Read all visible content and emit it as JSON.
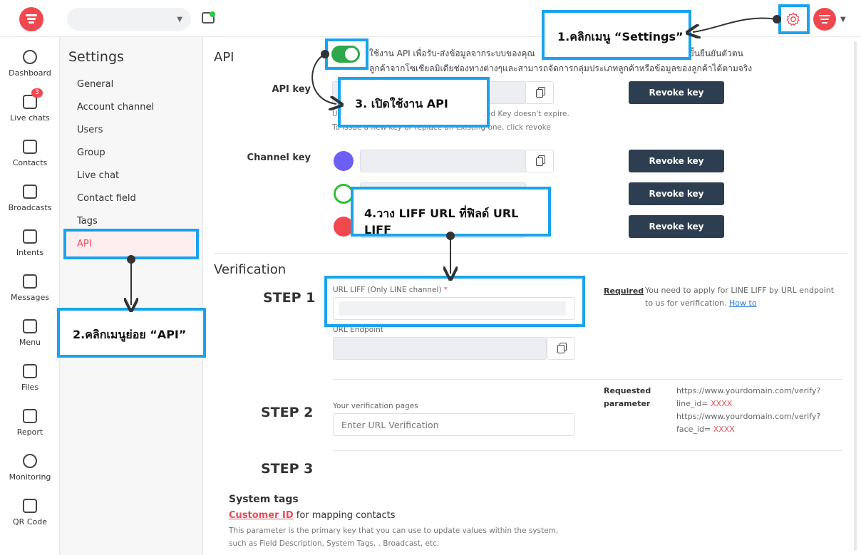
{
  "nav": {
    "items": [
      {
        "label": "Dashboard",
        "icon": "chart-pie-icon"
      },
      {
        "label": "Live chats",
        "icon": "chat-bubbles-icon",
        "badge": "3"
      },
      {
        "label": "Contacts",
        "icon": "contact-card-icon"
      },
      {
        "label": "Broadcasts",
        "icon": "megaphone-icon"
      },
      {
        "label": "Intents",
        "icon": "ai-icon"
      },
      {
        "label": "Messages",
        "icon": "text-message-icon"
      },
      {
        "label": "Menu",
        "icon": "grid-menu-icon"
      },
      {
        "label": "Files",
        "icon": "folder-icon"
      },
      {
        "label": "Report",
        "icon": "bar-chart-icon"
      },
      {
        "label": "Monitoring",
        "icon": "pie-monitor-icon"
      },
      {
        "label": "QR Code",
        "icon": "qr-code-icon"
      }
    ]
  },
  "settings": {
    "title": "Settings",
    "items": [
      "General",
      "Account channel",
      "Users",
      "Group",
      "Live chat",
      "Contact field",
      "Tags",
      "API"
    ],
    "active": "API"
  },
  "api": {
    "section_title": "API",
    "toggle_on": true,
    "desc_line1": "ใช้งาน API เพื่อรับ-ส่งข้อมูลจากระบบของคุณ",
    "desc_line1_end": "ขั้นยืนยันตัวตน",
    "desc_line2": "ลูกค้าจากโซเชียลมิเดียช่องทางต่างๆและสามารถจัดการกลุ่มประเภทลูกค้าหรือข้อมูลของลูกค้าได้ตามจริง",
    "api_key_label": "API key",
    "api_key_help1_a": "Us",
    "api_key_help1_b": "lived Key doesn't expire.",
    "api_key_help2": "To issue a new key or replace an existing one, click revoke",
    "channel_key_label": "Channel key",
    "revoke_label": "Revoke key"
  },
  "verification": {
    "section_title": "Verification",
    "step1": "STEP 1",
    "step2": "STEP 2",
    "step3": "STEP 3",
    "url_liff_label": "URL LIFF (Only LINE channel)",
    "required_mark": "*",
    "url_endpoint_label": "URL Endpoint",
    "required_link": "Required",
    "required_note": "You need to apply for LINE LIFF by URL endpoint to us for verification.",
    "how_to": "How to",
    "verification_pages_label": "Your verification pages",
    "verification_placeholder": "Enter URL Verification",
    "requested_param_label_1": "Requested",
    "requested_param_label_2": "parameter",
    "param_line1": "https://www.yourdomain.com/verify?",
    "param_line2_prefix": "line_id= ",
    "param_line2_value": "XXXX",
    "param_line3": "https://www.yourdomain.com/verify?",
    "param_line4_prefix": "face_id= ",
    "param_line4_value": "XXXX"
  },
  "system_tags": {
    "title": "System tags",
    "customer_id": "Customer ID",
    "customer_id_suffix": " for mapping contacts",
    "desc1": "This parameter is the primary key that you can use to update values within the system,",
    "desc2": "such as Field Description, System Tags, . Broadcast, etc."
  },
  "annotations": {
    "step1": "1.คลิกเมนู “Settings”",
    "step2": "2.คลิกเมนูย่อย “API”",
    "step3": "3. เปิดใช้งาน API",
    "step4": "4.วาง LIFF URL ที่ฟิลด์ URL LIFF"
  },
  "colors": {
    "brand": "#f0484f",
    "accent_blue": "#1aa3ec",
    "revoke_bg": "#2d3e50",
    "toggle_on": "#2ea84a"
  }
}
